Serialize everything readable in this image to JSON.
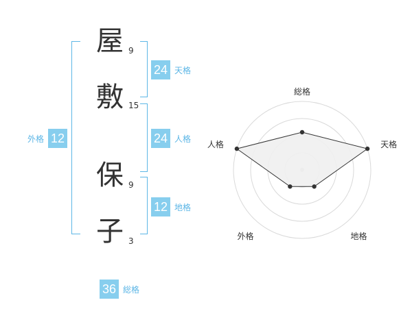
{
  "name_chars": [
    {
      "char": "屋",
      "strokes": "9"
    },
    {
      "char": "敷",
      "strokes": "15"
    },
    {
      "char": "保",
      "strokes": "9"
    },
    {
      "char": "子",
      "strokes": "3"
    }
  ],
  "scores": {
    "tenkaku": {
      "value": "24",
      "label": "天格"
    },
    "jinkaku": {
      "value": "24",
      "label": "人格"
    },
    "chikaku": {
      "value": "12",
      "label": "地格"
    },
    "gaikaku": {
      "value": "12",
      "label": "外格"
    },
    "soukaku": {
      "value": "36",
      "label": "総格"
    }
  },
  "colors": {
    "accent": "#87ceee",
    "bracket": "#5cb6e6",
    "text": "#333333"
  },
  "chart_data": {
    "type": "radar",
    "axes": [
      "総格",
      "天格",
      "地格",
      "外格",
      "人格"
    ],
    "values": [
      0.55,
      1.0,
      0.3,
      0.3,
      1.0
    ],
    "rings": 4,
    "fill": "#f0f0f0",
    "line": "#333333"
  }
}
